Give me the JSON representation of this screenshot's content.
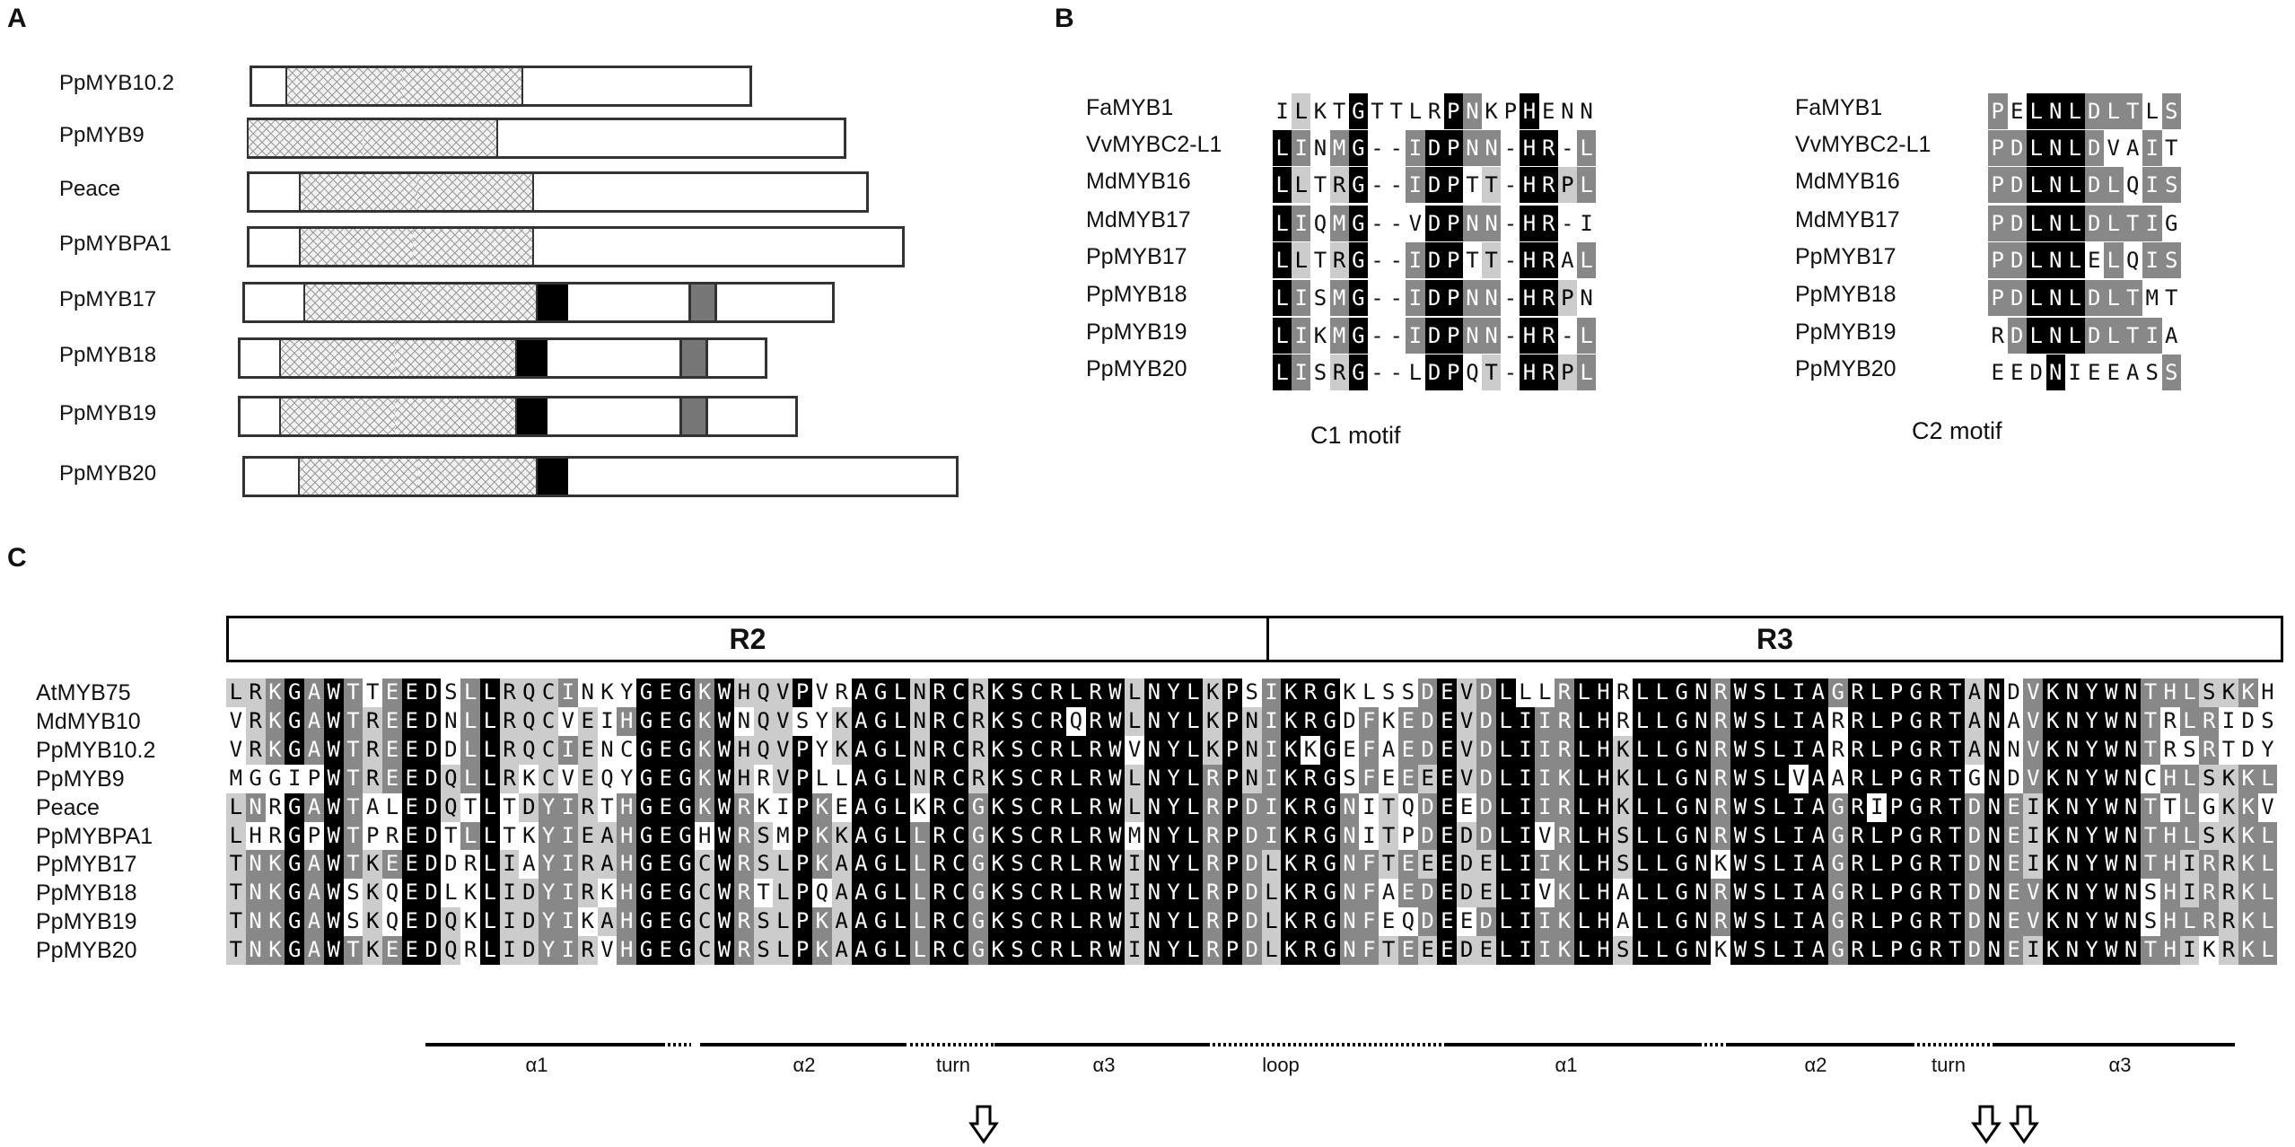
{
  "panels": {
    "a": "A",
    "b": "B",
    "c": "C"
  },
  "panel_a": {
    "proteins": [
      {
        "name": "PpMYB10.2",
        "c1": false,
        "c2": false
      },
      {
        "name": "PpMYB9",
        "c1": false,
        "c2": false
      },
      {
        "name": "Peace",
        "c1": false,
        "c2": false
      },
      {
        "name": "PpMYBPA1",
        "c1": false,
        "c2": false
      },
      {
        "name": "PpMYB17",
        "c1": true,
        "c2": true
      },
      {
        "name": "PpMYB18",
        "c1": true,
        "c2": true
      },
      {
        "name": "PpMYB19",
        "c1": true,
        "c2": true
      },
      {
        "name": "PpMYB20",
        "c1": true,
        "c2": false
      }
    ]
  },
  "panel_b": {
    "names": [
      "FaMYB1",
      "VvMYBC2-L1",
      "MdMYB16",
      "MdMYB17",
      "PpMYB17",
      "PpMYB18",
      "PpMYB19",
      "PpMYB20"
    ],
    "c1_sequences": [
      "ILKTGTTLRPNKPHENN",
      "LINMG--IDPNN-HR-L",
      "LLTRG--IDPTT-HRPL",
      "LIQMG--VDPNN-HR-I",
      "LLTRG--IDPTT-HRAL",
      "LISMG--IDPNN-HRPN",
      "LIKMG--IDPNN-HR-L",
      "LISRG--LDPQT-HRPL"
    ],
    "c2_sequences": [
      "PELNLDLTLS",
      "PDLNLDVAIT",
      "PDLNLDLQIS",
      "PDLNLDLTIG",
      "PDLNLELQIS",
      "PDLNLDLTMT",
      "RDLNLDLTIA",
      "EEDNIEEASS"
    ],
    "c1_caption": "C1 motif",
    "c2_caption": "C2 motif"
  },
  "panel_c": {
    "domains": [
      "R2",
      "R3"
    ],
    "names": [
      "AtMYB75",
      "MdMYB10",
      "PpMYB10.2",
      "PpMYB9",
      "Peace",
      "PpMYBPA1",
      "PpMYB17",
      "PpMYB18",
      "PpMYB19",
      "PpMYB20"
    ],
    "sequences": [
      "LRKGAWTTEEDSLLRQCINKYGEGKWHQVPVRAGLNRCRKSCRLRWLNYLKPSIKRGKLSSDEVDLLLRLHRLLGNRWSLIAGRLPGRTANDVKNYWNTHLSKKH",
      "VRKGAWTREEDNLLRQCVEIHGEGKWNQVSYKAGLNRCRKSCRQRWLNYLKPNIKRGDFKEDEVDLIIRLHRLLGNRWSLIARRLPGRTANAVKNYWNTRLRIDS",
      "VRKGAWTREEDDLLRQCIENCGEGKWHQVPYKAGLNRCRKSCRLRWVNYLKPNIKKGEFAEDEVDLIIRLHKLLGNRWSLIARRLPGRTANNVKNYWNTRSRTDY",
      "MGGIPWTREEDQLLRKCVEQYGEGKWHRVPLLAGLNRCRKSCRLRWLNYLRPNIKRGSFEEEEVDLIIKLHKLLGNRWSLVAARLPGRTGNDVKNYWNCHLSKKL",
      "LNRGAWTALEDQTLTDYIRTHGEGKWRKIPKEAGLKRCGKSCRLRWLNYLRPDIKRGNITQDEEDLIIRLHKLLGNRWSLIAGRIPGRTDNEIKNYWNTTLGKKV",
      "LHRGPWTPREDTLLTKYIEAHGEGHWRSMPKKAGLLRCGKSCRLRWMNYLRPDIKRGNITPDEDDLIVRLHSLLGNRWSLIAGRLPGRTDNEIKNYWNTHLSKKL",
      "TNKGAWTKEEDDRLIAYIRAHGEGCWRSLPKAAGLLRCGKSCRLRWINYLRPDLKRGNFTEEEDELIIKLHSLLGNKWSLIAGRLPGRTDNEIKNYWNTHIRRKL",
      "TNKGAWSKQEDLKLIDYIRKHGEGCWRTLPQAAGLLRCGKSCRLRWINYLRPDLKRGNFAEDEDELIVKLHALLGNRWSLIAGRLPGRTDNEVKNYWNSHIRRKL",
      "TNKGAWSKQEDQKLIDYIKAHGEGCWRSLPKAAGLLRCGKSCRLRWINYLRPDLKRGNFEQDEEDLIIKLHALLGNRWSLIAGRLPGRTDNEVKNYWNSHLRRKL",
      "TNKGAWTKEEDQRLIDYIRVHGEGCWRSLPKAAGLLRCGKSCRLRWINYLRPDLKRGNFTEEEDELIIKLHSLLGNKWSLIAGRLPGRTDNEIKNYWNTHIKRKL"
    ],
    "secondary_structure": [
      "α1",
      "α2",
      "turn",
      "α3",
      "loop",
      "α1",
      "α2",
      "turn",
      "α3"
    ]
  },
  "colors": {
    "black": "#000000",
    "dark_gray": "#888888",
    "light_gray": "#cccccc"
  }
}
